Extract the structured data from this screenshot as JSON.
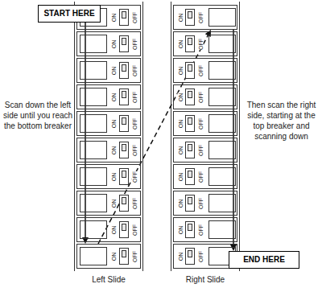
{
  "diagram": {
    "nodes": [
      {
        "text": [
          "START HERE"
        ]
      },
      {
        "text": [
          "ON",
          "OFF"
        ]
      },
      {
        "text": [
          "ON",
          "OFF"
        ]
      },
      {
        "text": [
          "ON",
          "OFF"
        ]
      },
      {
        "text": [
          "ON",
          "OFF"
        ]
      },
      {
        "text": [
          "ON",
          "OFF"
        ]
      },
      {
        "text": [
          "ON",
          "OFF"
        ]
      },
      {
        "text": [
          "ON",
          "OFF"
        ]
      },
      {
        "text": [
          "ON",
          "OFF"
        ]
      },
      {
        "text": [
          "ON",
          "OFF"
        ]
      },
      {
        "text": [
          "ON",
          "OFF"
        ]
      },
      {
        "text": [
          "ON",
          "OFF"
        ]
      },
      {
        "text": [
          "ON",
          "OFF"
        ]
      },
      {
        "text": [
          "ON",
          "OFF"
        ]
      },
      {
        "text": [
          "ON",
          "OFF"
        ]
      },
      {
        "text": [
          "ON",
          "OFF"
        ]
      },
      {
        "text": [
          "ON",
          "OFF"
        ]
      },
      {
        "text": [
          "ON",
          "OFF"
        ]
      },
      {
        "text": [
          "ON",
          "OFF"
        ]
      },
      {
        "text": [
          "ON",
          "OFF"
        ]
      },
      {
        "text": [
          "ON",
          "OFF"
        ]
      },
      {
        "text": [
          "END HERE"
        ]
      }
    ],
    "edges": [
      {
        "from": 0,
        "to": 10,
        "arrow": "to"
      },
      {
        "from": 10,
        "to": 11,
        "arrow": "to"
      },
      {
        "from": 11,
        "to": 21,
        "arrow": "to"
      }
    ],
    "labels": [
      "Scan down the left side until you reach the bottom breaker",
      "Then scan the right side, starting at the top breaker and scanning down",
      "Left Slide",
      "Right Slide"
    ]
  }
}
